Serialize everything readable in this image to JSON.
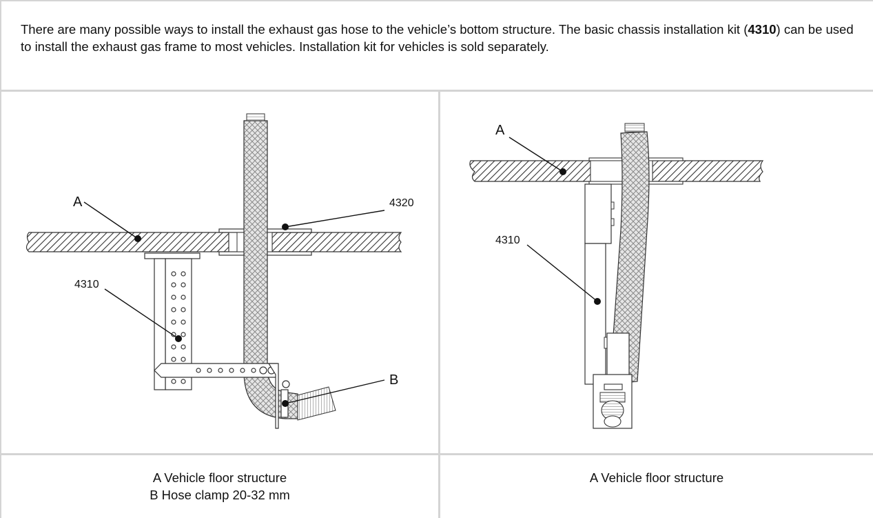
{
  "intro": {
    "text_before_kit": "There are many possible ways to install the exhaust gas hose to the vehicle’s bottom structure. The basic chassis installation kit (",
    "kit_number": "4310",
    "text_after_kit": ") can be used to install the exhaust gas frame to most vehicles. Installation kit for vehicles is sold separately."
  },
  "figure_left": {
    "labels": {
      "a": "A",
      "kit_4320": "4320",
      "kit_4310": "4310",
      "b": "B"
    }
  },
  "figure_right": {
    "labels": {
      "a": "A",
      "kit_4310": "4310"
    }
  },
  "captions": {
    "left_line1": "A Vehicle floor structure",
    "left_line2": "B Hose clamp 20-32 mm",
    "right_line1": "A Vehicle floor structure"
  },
  "colors": {
    "border": "#d4d4d4",
    "text": "#111111",
    "drawing": "#333333"
  }
}
